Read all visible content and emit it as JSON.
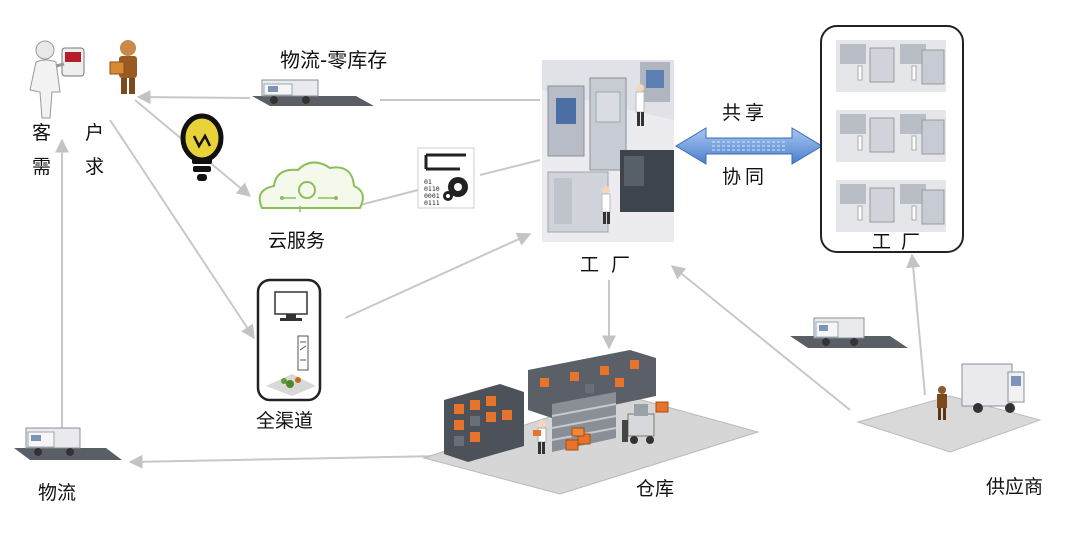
{
  "labels": {
    "customer_line1": "客 户",
    "customer_line2": "需 求",
    "logistics_inventory": "物流-零库存",
    "cloud_service": "云服务",
    "omnichannel": "全渠道",
    "factory_main": "工厂",
    "share": "共享",
    "collaborate": "协同",
    "factory_partner": "工厂",
    "warehouse": "仓库",
    "logistics": "物流",
    "supplier": "供应商"
  },
  "colors": {
    "arrow": "#c8c8c8",
    "double_arrow": "#5b8fd6",
    "floor": "#d8d8d8",
    "truck": "#e9e9ee",
    "shelf": "#555a63",
    "box": "#d96a2a"
  }
}
